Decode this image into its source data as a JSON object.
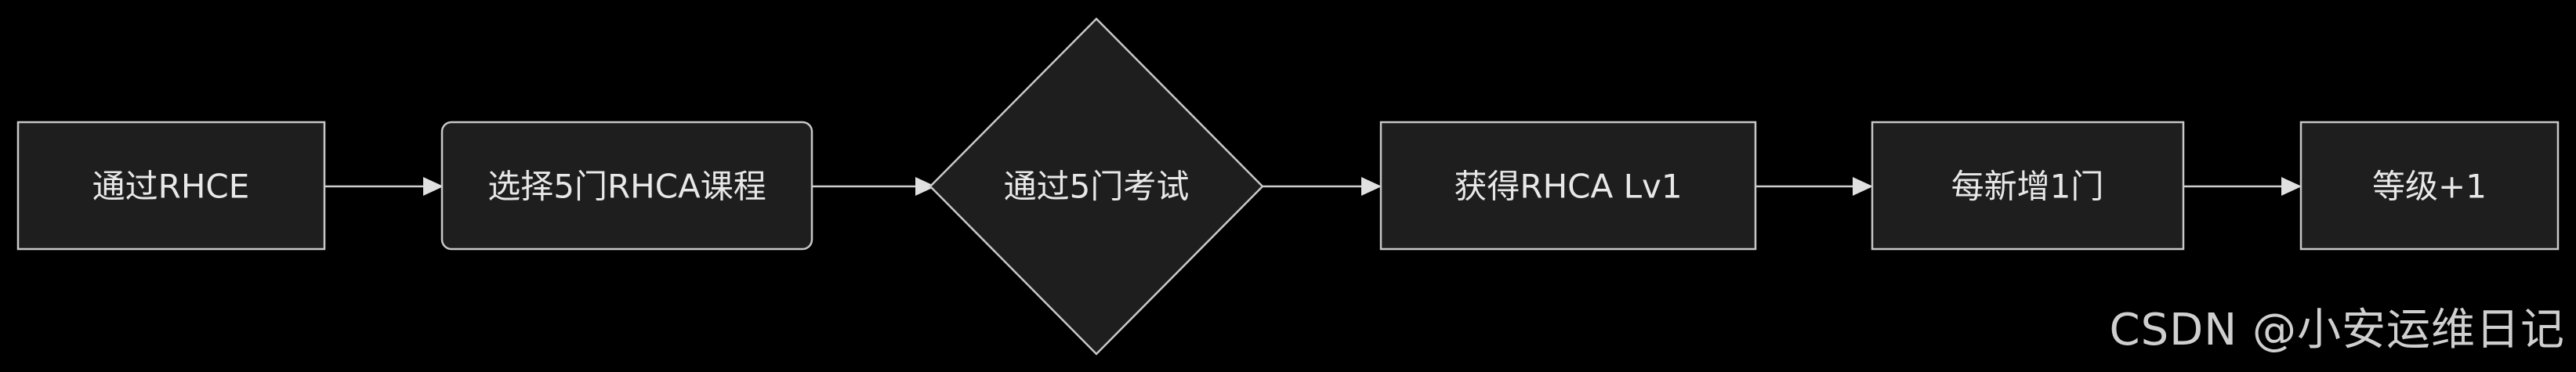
{
  "nodes": {
    "rhce": "通过RHCE",
    "choose_courses": "选择5门RHCA课程",
    "pass_exams": "通过5门考试",
    "get_rhca": "获得RHCA Lv1",
    "add_one": "每新增1门",
    "level_up": "等级+1"
  },
  "watermark": "CSDN @小安运维日记",
  "colors": {
    "background": "#000000",
    "node_fill": "#1e1e1e",
    "node_stroke": "#c8c8c8",
    "text": "#e8e8e8",
    "edge": "#cfcfcf"
  }
}
